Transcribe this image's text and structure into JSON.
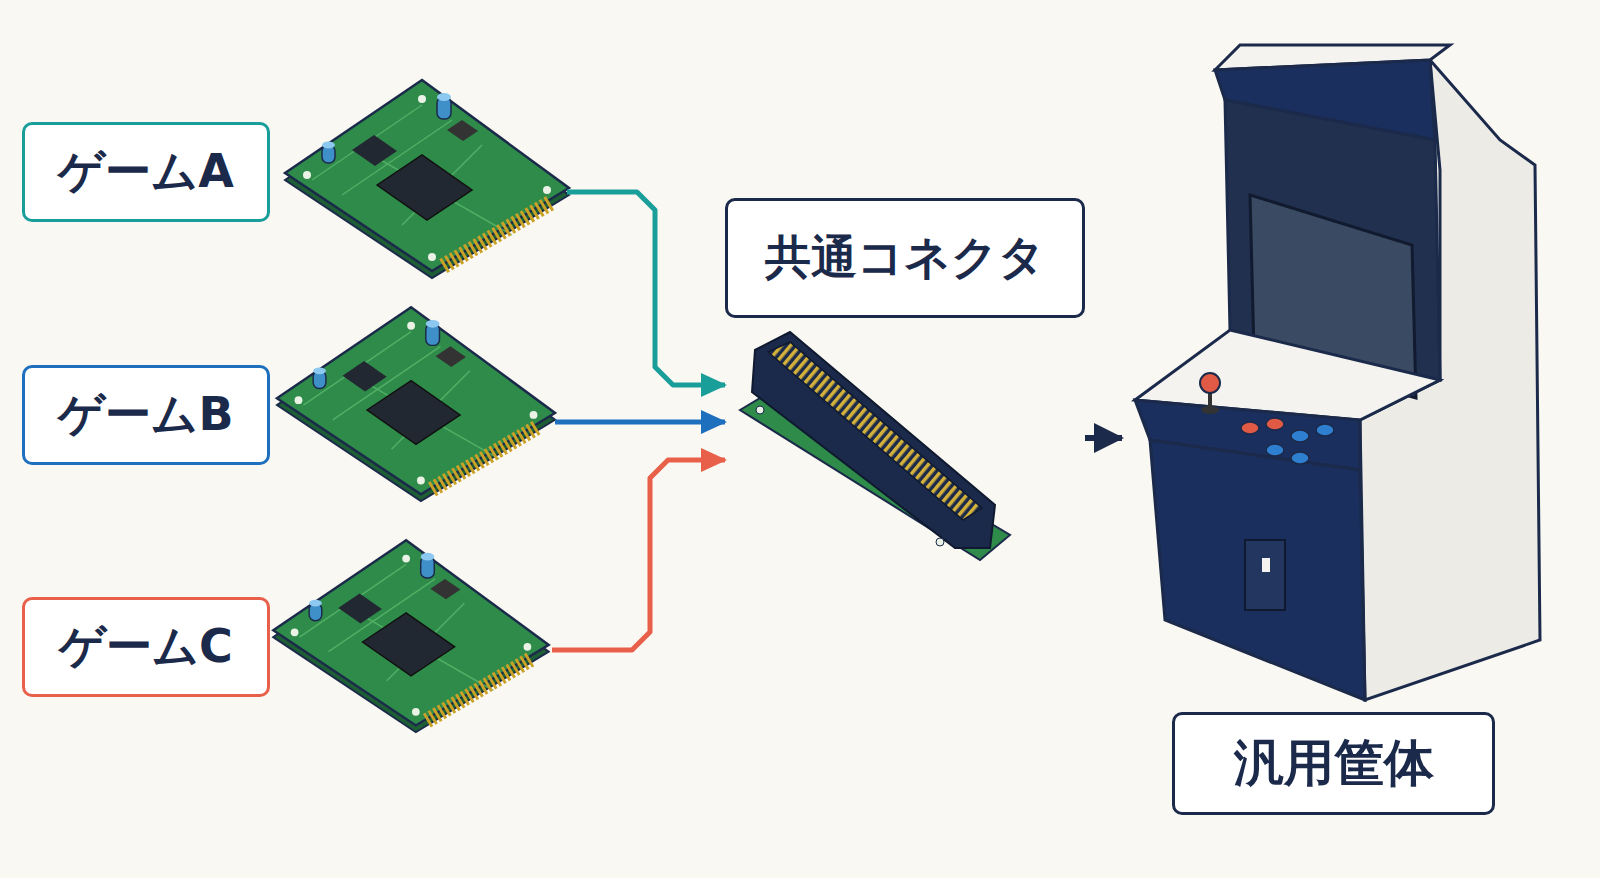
{
  "diagram": {
    "nodes": [
      {
        "text": [
          "ゲームA"
        ]
      },
      {
        "text": [
          "ゲームB"
        ]
      },
      {
        "text": [
          "ゲームC"
        ]
      },
      {
        "text": [
          "共通コネクタ"
        ]
      },
      {
        "text": [
          "汎用筐体"
        ]
      }
    ],
    "edges": [
      {
        "from": 0,
        "to": 3,
        "arrow": "to"
      },
      {
        "from": 1,
        "to": 3,
        "arrow": "to"
      },
      {
        "from": 2,
        "to": 3,
        "arrow": "to"
      },
      {
        "from": 3,
        "to": 4,
        "arrow": "to"
      }
    ]
  }
}
